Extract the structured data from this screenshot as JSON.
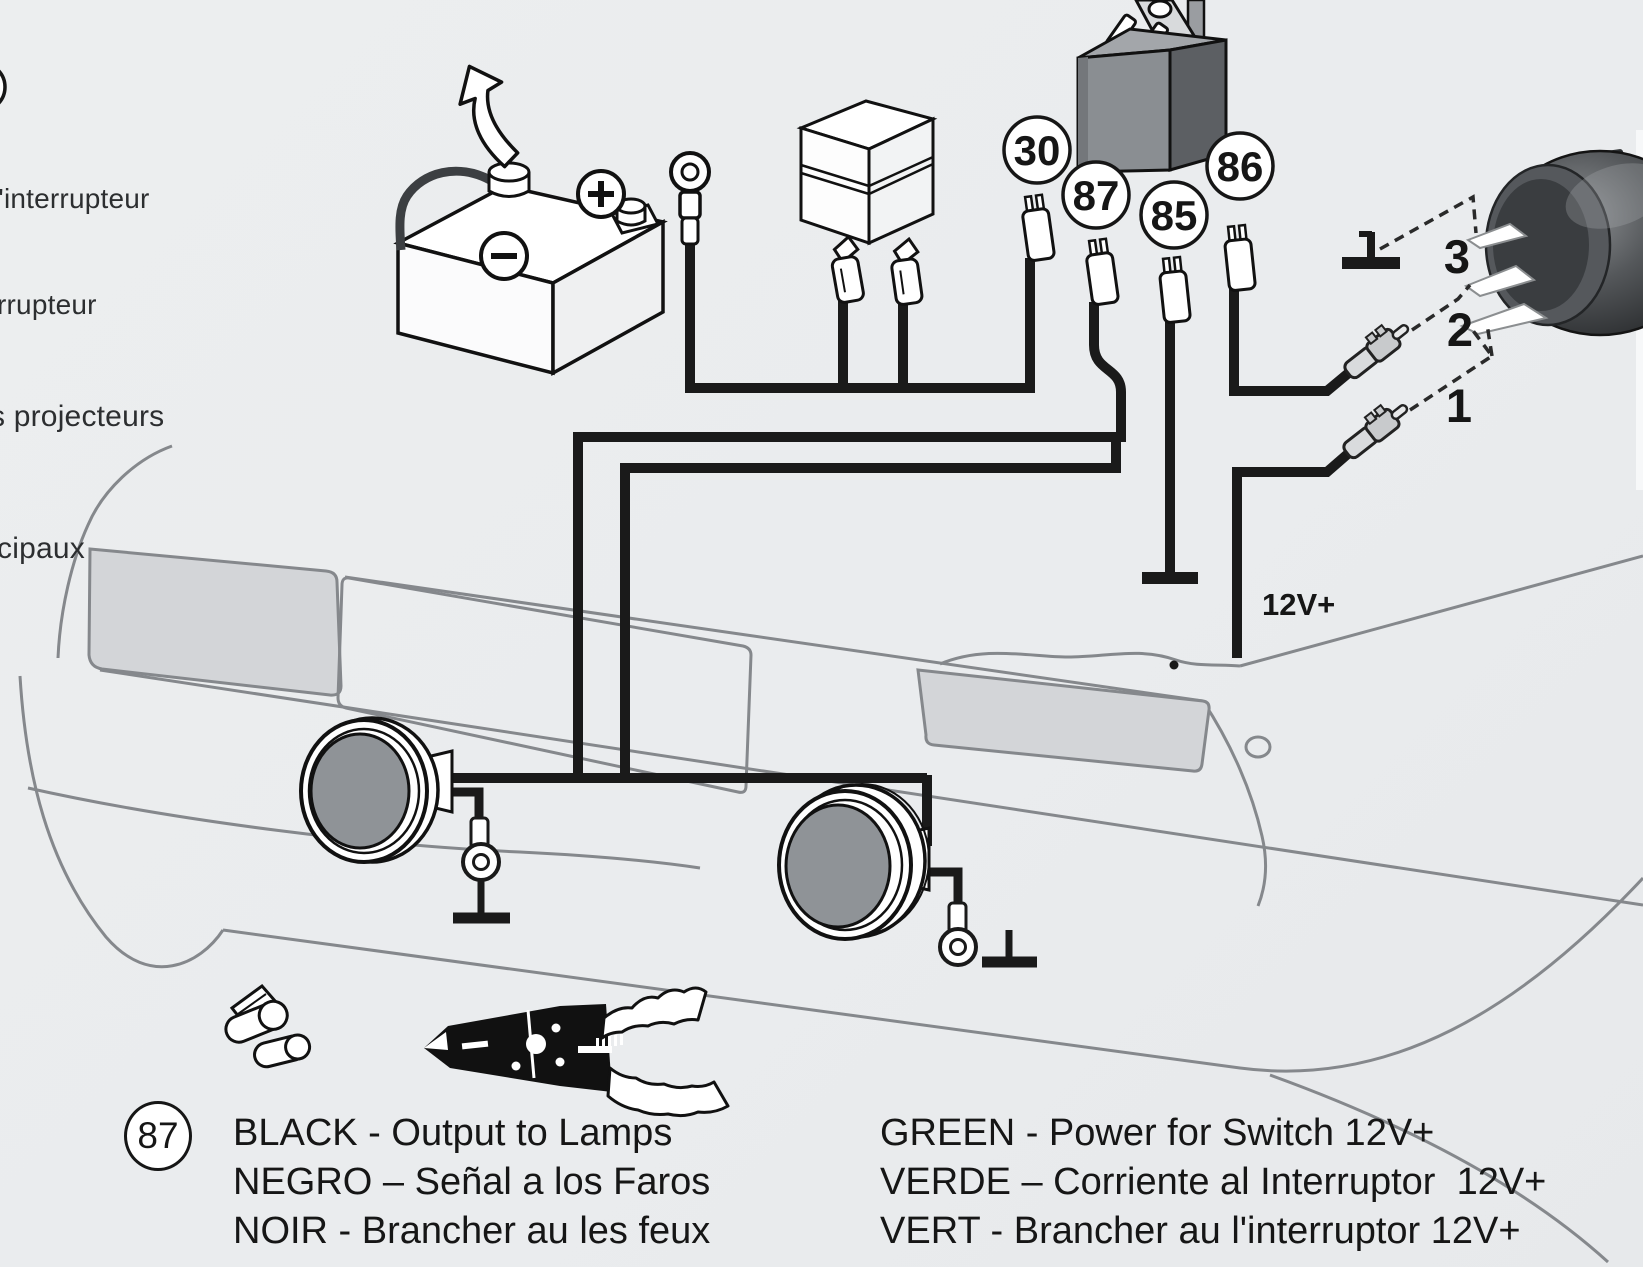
{
  "title": "Driving lamp relay wiring diagram",
  "colors": {
    "background": "#ebedee",
    "wire": "#1a1a1a",
    "glass": "#d3d5d8",
    "lamp_lens": "#8f9397",
    "car_line": "#85888c",
    "relay_front": "#8a8e92",
    "relay_side": "#5c5f63",
    "relay_top": "#a3a6aa"
  },
  "left_edge_labels": [
    {
      "text": "l'interrupteur"
    },
    {
      "text": "rrupteur"
    },
    {
      "text": "s projecteurs"
    },
    {
      "text": "cipaux"
    }
  ],
  "relay": {
    "terminals": [
      {
        "label": "30"
      },
      {
        "label": "87"
      },
      {
        "label": "85"
      },
      {
        "label": "86"
      }
    ]
  },
  "switch_pins": [
    {
      "label": "3"
    },
    {
      "label": "2"
    },
    {
      "label": "1"
    }
  ],
  "power_label": "12V+",
  "legend": {
    "key_number": "87",
    "left_lines": [
      "BLACK - Output to Lamps",
      "NEGRO – Señal a los Faros",
      "NOIR - Brancher au les feux"
    ],
    "right_lines": [
      "GREEN - Power for Switch 12V+",
      "VERDE – Corriente al Interruptor  12V+",
      "VERT - Brancher au l'interruptor 12V+"
    ]
  }
}
